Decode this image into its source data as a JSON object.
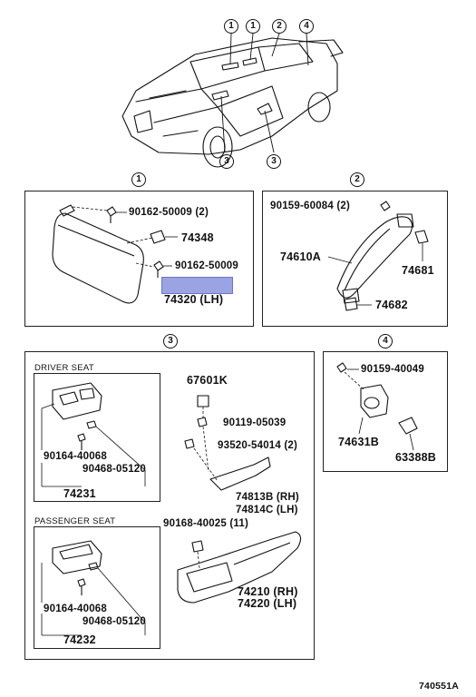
{
  "overview": {
    "callouts_top": [
      "1",
      "1",
      "2",
      "4"
    ],
    "callouts_bottom": [
      "3",
      "3"
    ]
  },
  "section1": {
    "tag": "1",
    "parts": [
      "90162-50009 (2)",
      "74348",
      "90162-50009",
      "74320 (LH)"
    ]
  },
  "section2": {
    "tag": "2",
    "parts": [
      "90159-60084 (2)",
      "74610A",
      "74681",
      "74682"
    ]
  },
  "section3": {
    "tag": "3",
    "driver_caption": "DRIVER SEAT",
    "driver_parts": [
      "90164-40068",
      "90468-05120",
      "74231"
    ],
    "passenger_caption": "PASSENGER SEAT",
    "passenger_parts": [
      "90164-40068",
      "90468-05120",
      "74232"
    ],
    "grip_parts": [
      "67601K",
      "90119-05039",
      "93520-54014 (2)",
      "74813B (RH)",
      "74814C (LH)",
      "90168-40025 (11)",
      "74210 (RH)",
      "74220 (LH)"
    ]
  },
  "section4": {
    "tag": "4",
    "parts": [
      "90159-40049",
      "74631B",
      "63388B"
    ]
  },
  "diagram_id": "740551A",
  "highlight_color": "#9aa4e3"
}
